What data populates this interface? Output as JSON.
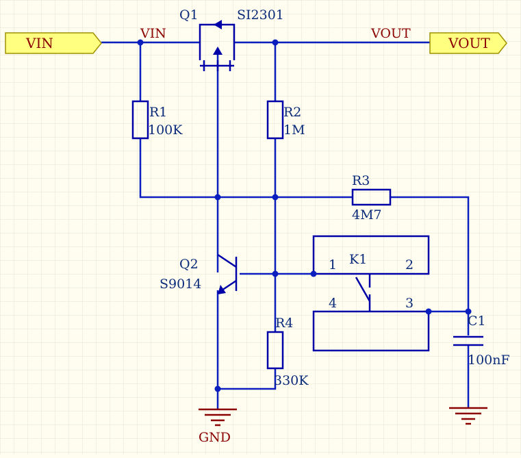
{
  "colors": {
    "background": "#fffdf0",
    "grid": "#e6e3cf",
    "wire": "#0a1fbe",
    "component": "#0000a8",
    "net_label": "#8b0000",
    "port_fill": "#ffff80",
    "port_stroke": "#a09000",
    "port_text": "#8b0000",
    "ground": "#8b0000",
    "designator": "#0a2a7a"
  },
  "ports": {
    "vin": "VIN",
    "vout": "VOUT"
  },
  "nets": {
    "vin": "VIN",
    "vout": "VOUT",
    "gnd": "GND"
  },
  "components": {
    "q1": {
      "designator": "Q1",
      "value": "SI2301",
      "icon": "p-channel-mosfet-icon"
    },
    "q2": {
      "designator": "Q2",
      "value": "S9014",
      "icon": "npn-transistor-icon"
    },
    "r1": {
      "designator": "R1",
      "value": "100K",
      "icon": "resistor-icon"
    },
    "r2": {
      "designator": "R2",
      "value": "1M",
      "icon": "resistor-icon"
    },
    "r3": {
      "designator": "R3",
      "value": "4M7",
      "icon": "resistor-icon"
    },
    "r4": {
      "designator": "R4",
      "value": "330K",
      "icon": "resistor-icon"
    },
    "k1": {
      "designator": "K1",
      "pins": [
        "1",
        "2",
        "3",
        "4"
      ],
      "icon": "switch-icon"
    },
    "c1": {
      "designator": "C1",
      "value": "100nF",
      "icon": "capacitor-icon"
    }
  }
}
